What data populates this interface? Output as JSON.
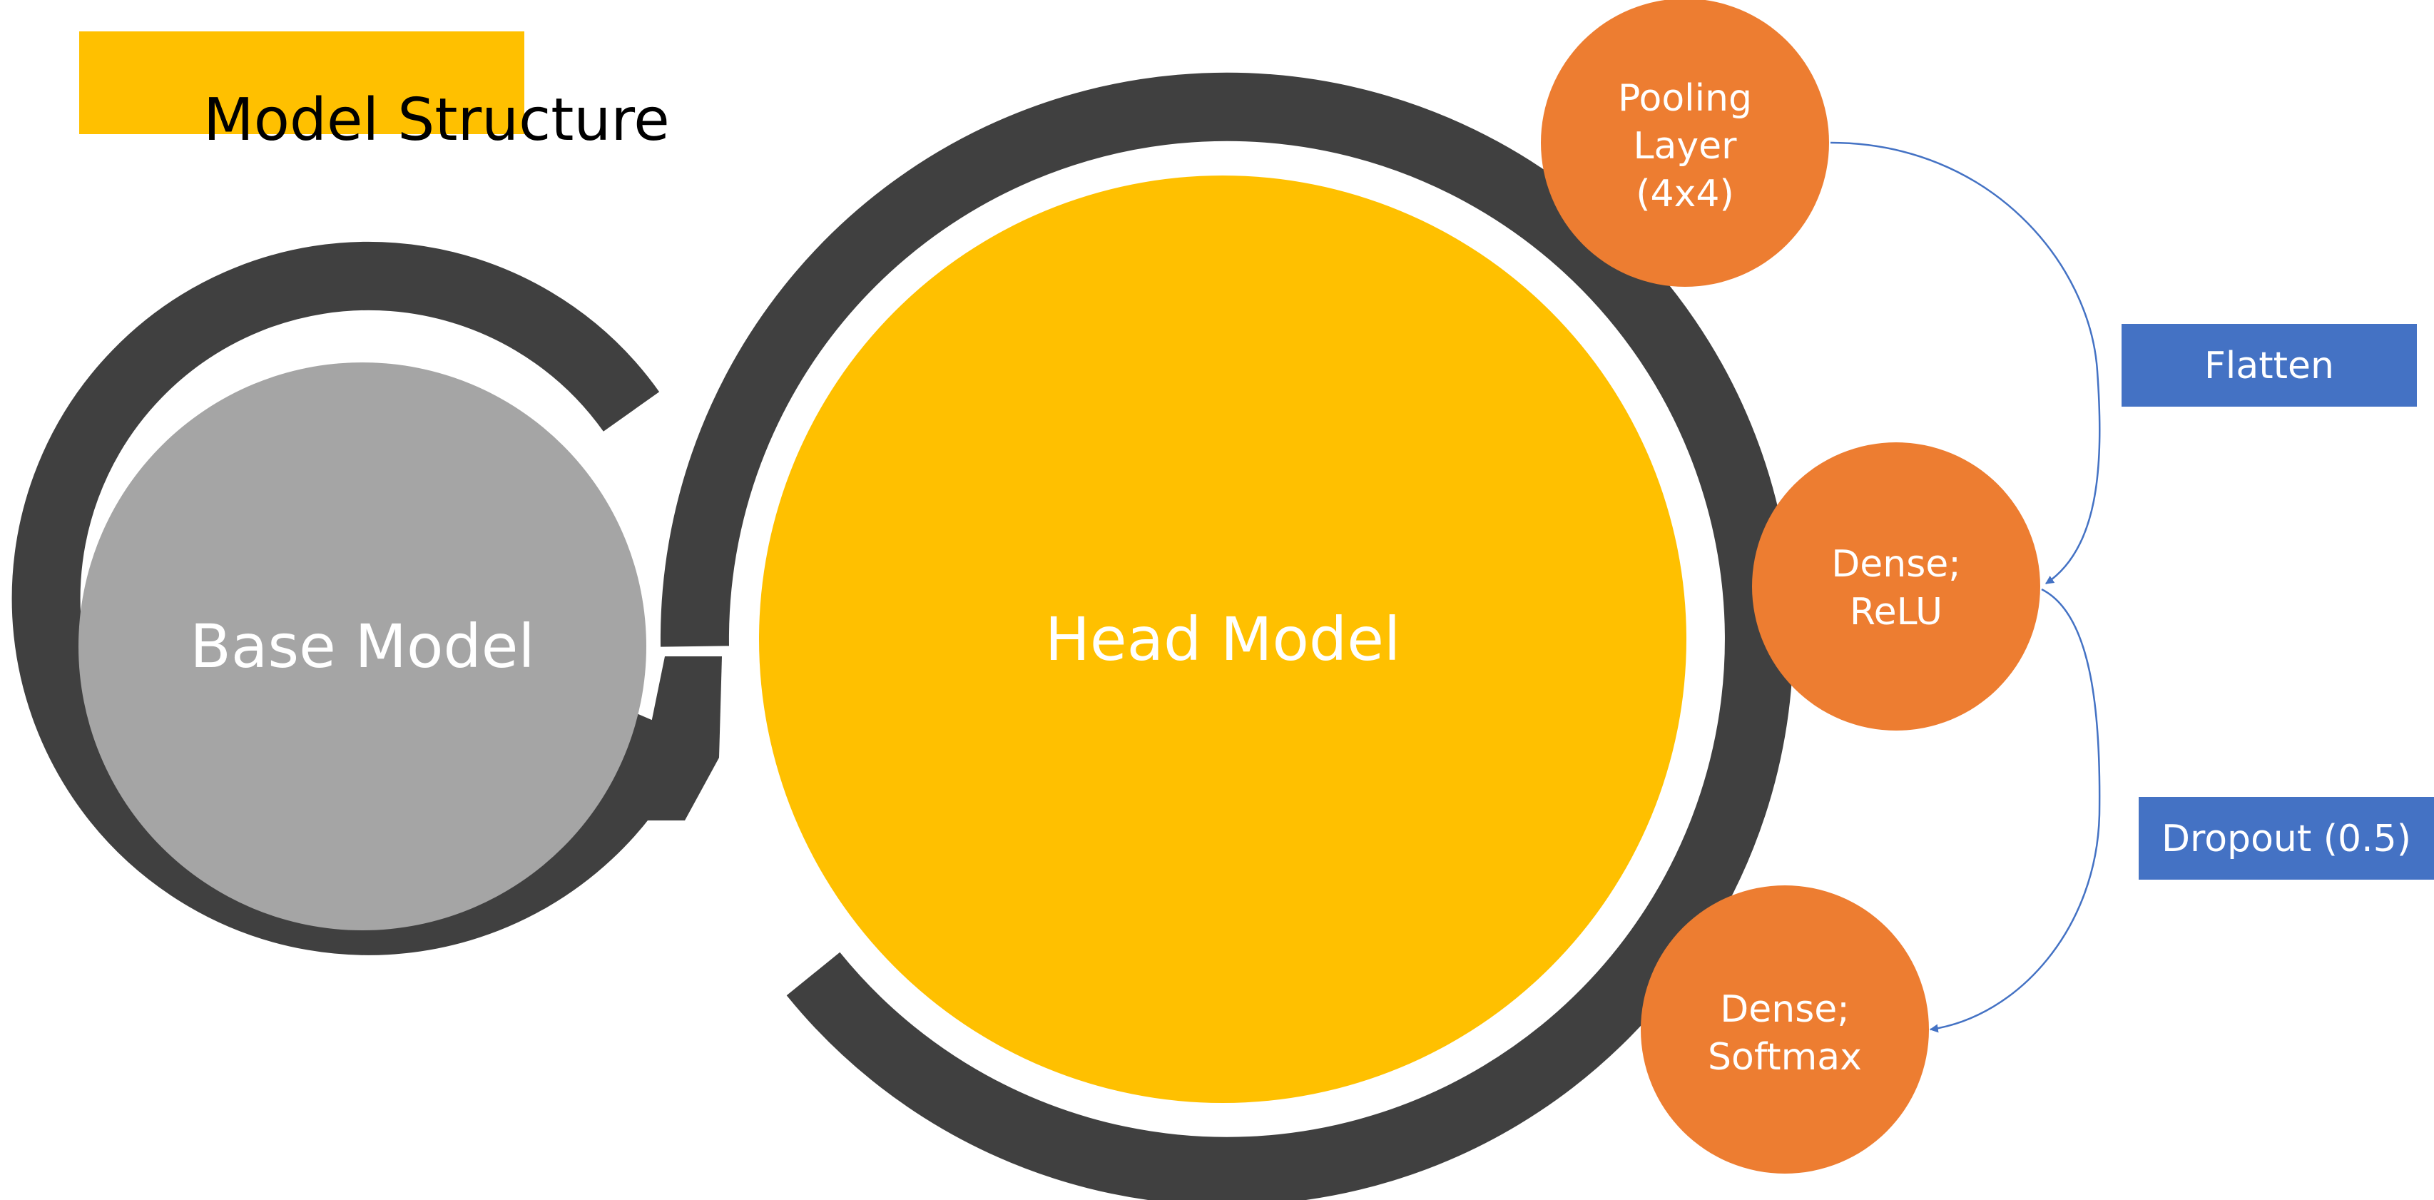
{
  "title": "Model Structure",
  "base_model": {
    "label": "Base Model"
  },
  "head_model": {
    "label": "Head Model"
  },
  "layers": {
    "pooling": {
      "lines": [
        "Pooling",
        "Layer",
        "(4x4)"
      ]
    },
    "dense_relu": {
      "lines": [
        "Dense;",
        "ReLU"
      ]
    },
    "dense_softmax": {
      "lines": [
        "Dense;",
        "Softmax"
      ]
    }
  },
  "connectors": {
    "flatten": "Flatten",
    "dropout": "Dropout (0.5)"
  },
  "colors": {
    "title_accent": "#FFC000",
    "ring": "#404040",
    "base_fill": "#A5A5A5",
    "head_fill": "#FFC000",
    "layer_fill": "#ED7D31",
    "label_box": "#4472C4",
    "arrow": "#4472C4",
    "text_light": "#FFFFFF",
    "text_dark": "#000000"
  }
}
